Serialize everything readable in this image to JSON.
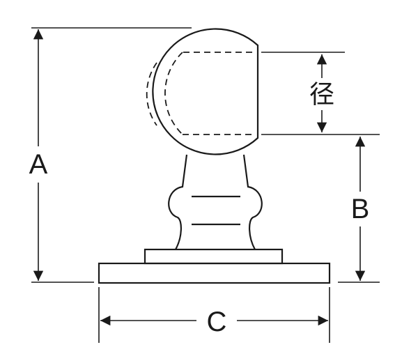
{
  "labels": {
    "a": "A",
    "b": "B",
    "c": "C",
    "diameter": "径"
  }
}
